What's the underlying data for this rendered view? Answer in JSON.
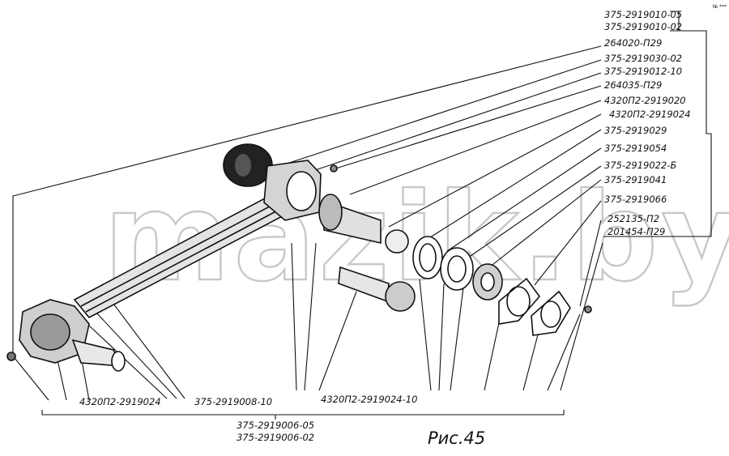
{
  "diagram": {
    "watermark": "mazik.by",
    "corner_mark": "№ ***",
    "figure_caption": "Рис.45",
    "callouts_right": [
      "375-2919010-05",
      "375-2919010-02",
      "264020-П29",
      "375-2919030-02",
      "375-2919012-10",
      "264035-П29",
      "4320П2-2919020",
      "4320П2-2919024",
      "375-2919029",
      "375-2919054",
      "375-2919022-Б",
      "375-2919041",
      "375-2919066",
      "252135-П2",
      "201454-П29"
    ],
    "callouts_bottom": [
      "4320П2-2919024",
      "375-2919008-10",
      "4320П2-2919024-10"
    ],
    "assembly_numbers": [
      "375-2919006-05",
      "375-2919006-02"
    ]
  }
}
